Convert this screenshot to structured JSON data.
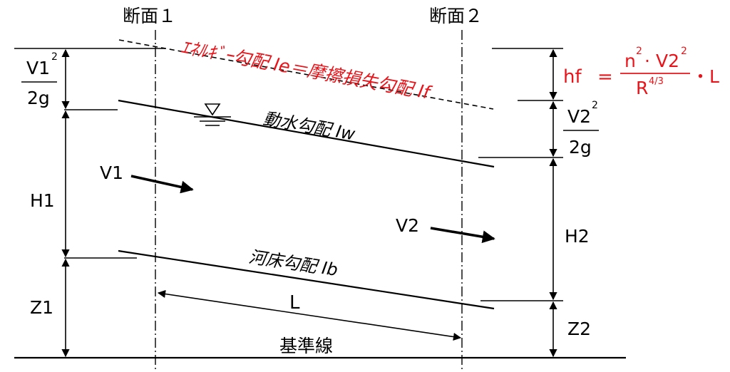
{
  "sections": {
    "section1": "断面１",
    "section2": "断面２"
  },
  "energy_gradient": "ｴﾈﾙｷﾞｰ勾配 Ie＝摩擦損失勾配 If",
  "hydraulic_gradient": "動水勾配 Iw",
  "bed_gradient": "河床勾配 Ib",
  "datum": "基準線",
  "length": "L",
  "velocity1": "V1",
  "velocity2": "V2",
  "head1": {
    "v_num": "V1",
    "v_exp": "2",
    "den": "2g",
    "depth": "H1",
    "elev": "Z1"
  },
  "head2": {
    "v_num": "V2",
    "v_exp": "2",
    "den": "2g",
    "depth": "H2",
    "elev": "Z2"
  },
  "formula": {
    "lhs": "hf",
    "eq": "=",
    "n": "n",
    "n_exp": "2",
    "dot": "·",
    "v": "V2",
    "v_exp": "2",
    "r": "R",
    "r_exp": "4/3",
    "mult": "・L"
  },
  "colors": {
    "accent": "#e8141a",
    "line": "#000000"
  }
}
